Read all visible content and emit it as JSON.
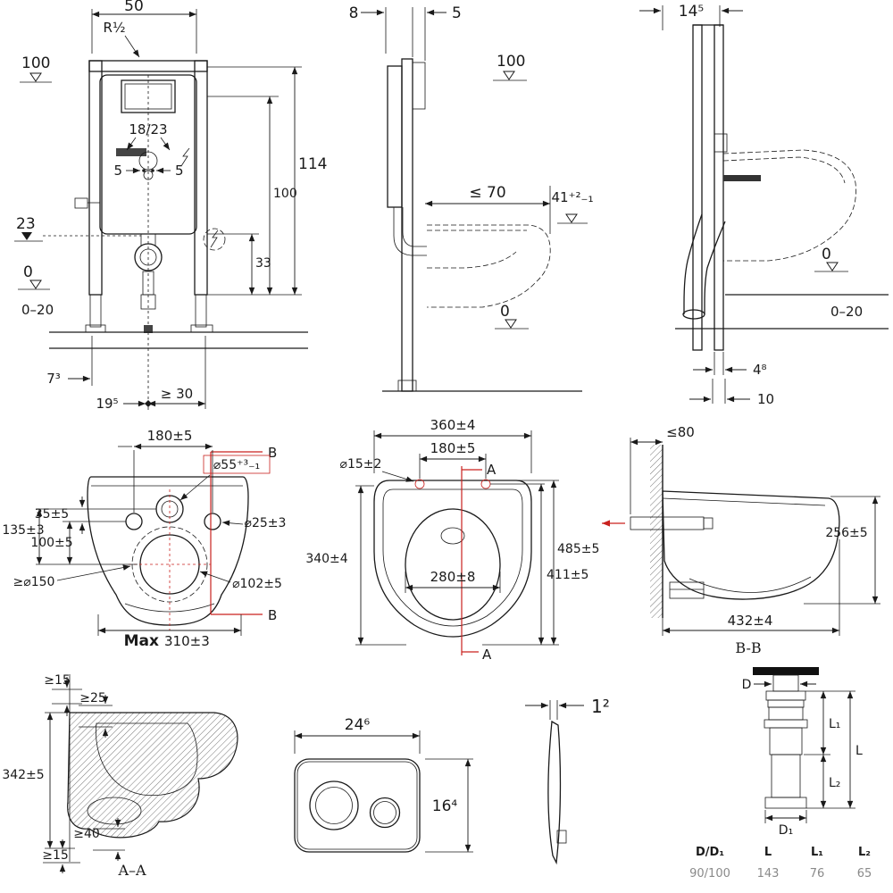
{
  "colors": {
    "ink": "#1a1a1a",
    "accent": "#c9211e",
    "pipe_gray": "#c9c9c9",
    "table_gray": "#8a8a8a"
  },
  "front_view": {
    "top_width": "50",
    "radius": "R½",
    "level_100": "100",
    "cistern_range": "18/23",
    "offset_left": "5",
    "offset_right": "5",
    "height_114": "114",
    "height_100": "100",
    "level_23": "23",
    "height_33": "33",
    "level_0": "0",
    "floor_range": "0–20",
    "dim_7": "7³",
    "dim_19": "19⁵",
    "dim_30": "≥ 30"
  },
  "side_view": {
    "dim_8": "8",
    "dim_5": "5",
    "level_100": "100",
    "dim_70": "≤ 70",
    "dim_41": "41⁺²₋₁",
    "level_0": "0"
  },
  "side_view_right": {
    "dim_14": "14⁵",
    "level_0": "0",
    "floor_range": "0–20",
    "dim_4": "4⁸",
    "dim_10": "10"
  },
  "rear_view": {
    "dim_180": "180±5",
    "section_b_top": "B",
    "section_b_bottom": "B",
    "dia_55": "⌀55⁺³₋₁",
    "dim_35": "35±5",
    "dim_135": "135±3",
    "dim_100": "100±5",
    "dia_25": "⌀25±3",
    "dia_102": "⌀102±5",
    "dia_150": "≥⌀150",
    "max_word": "Max",
    "max_dim": "310±3"
  },
  "top_view": {
    "dim_360": "360±4",
    "dim_180": "180±5",
    "dia_15": "⌀15±2",
    "section_a_top": "A",
    "section_a_bottom": "A",
    "dim_340": "340±4",
    "dim_280": "280±8",
    "dim_485": "485±5",
    "dim_411": "411±5"
  },
  "section_bb": {
    "dim_80": "≤80",
    "dim_256": "256±5",
    "dim_432": "432±4",
    "caption": "B-B"
  },
  "section_aa": {
    "dim_15_top": "≥15",
    "dim_25": "≥25",
    "dim_342": "342±5",
    "dim_40": "≥40",
    "dim_15_bottom": "≥15",
    "caption": "A–A"
  },
  "flush_plate": {
    "width": "24⁶",
    "height": "16⁴"
  },
  "plate_side": {
    "thickness": "1²"
  },
  "outlet_pipe": {
    "dim_d": "D",
    "dim_l1": "L₁",
    "dim_l": "L",
    "dim_l2": "L₂",
    "dim_d1": "D₁",
    "table": {
      "headers": [
        "D/D₁",
        "L",
        "L₁",
        "L₂"
      ],
      "values": [
        "90/100",
        "143",
        "76",
        "65"
      ]
    }
  }
}
